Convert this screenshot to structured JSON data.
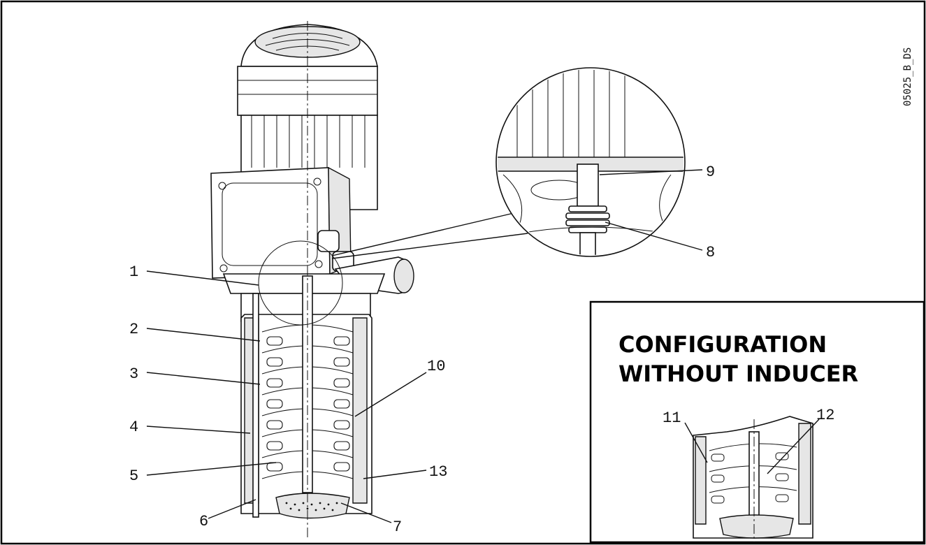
{
  "drawing_code": "05025_B_DS",
  "callouts": {
    "c1": "1",
    "c2": "2",
    "c3": "3",
    "c4": "4",
    "c5": "5",
    "c6": "6",
    "c7": "7",
    "c8": "8",
    "c9": "9",
    "c10": "10",
    "c11": "11",
    "c12": "12",
    "c13": "13"
  },
  "inset": {
    "title_line1": "CONFIGURATION",
    "title_line2": "WITHOUT INDUCER"
  }
}
